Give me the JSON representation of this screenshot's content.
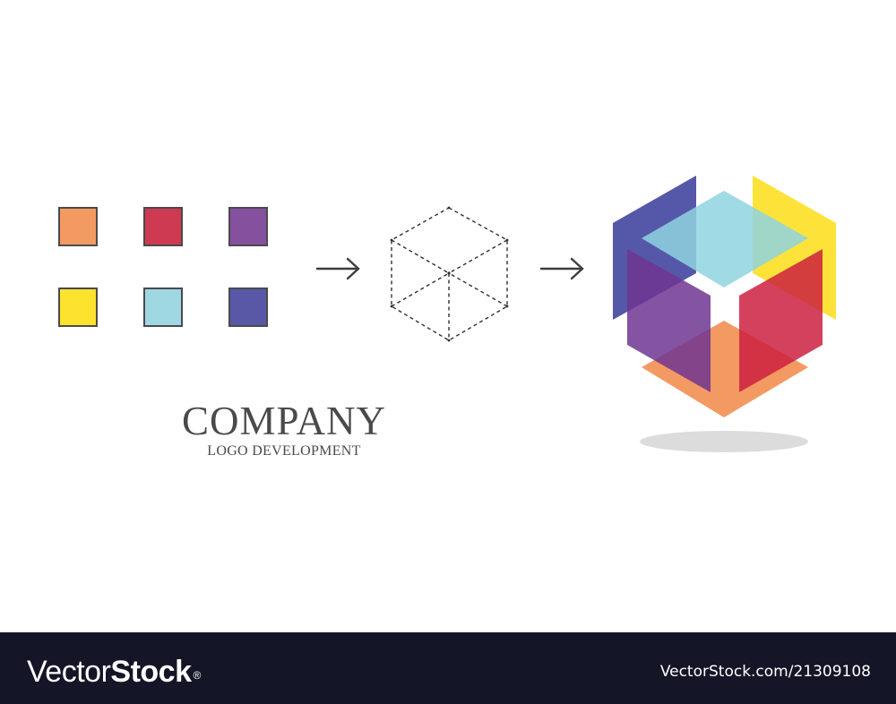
{
  "palette": {
    "swatches": [
      {
        "name": "orange",
        "color": "#f39a63"
      },
      {
        "name": "red",
        "color": "#cd3a51"
      },
      {
        "name": "purple",
        "color": "#85519e"
      },
      {
        "name": "yellow",
        "color": "#fde22e"
      },
      {
        "name": "light-blue",
        "color": "#9fd8e3"
      },
      {
        "name": "indigo",
        "color": "#5858a6"
      }
    ],
    "border_color": "#4a4a4d"
  },
  "flow": {
    "arrow_1": "→",
    "arrow_2": "→",
    "wireframe_cube": "dashed isometric cube"
  },
  "brand": {
    "title": "COMPANY",
    "subtitle": "LOGO DEVELOPMENT"
  },
  "logo_colors": {
    "left_panel": "#4c4ea3",
    "right_panel": "#fde22e",
    "top_diamond": "#8fd3e0",
    "front_left": "#7a3f96",
    "front_right": "#cc2a44",
    "bottom_diamond": "#f39a63",
    "shadow": "#dcdcdc"
  },
  "footer": {
    "logo_light": "Vector",
    "logo_bold": "Stock",
    "logo_mark": "®",
    "image_id": "VectorStock.com/21309108"
  }
}
